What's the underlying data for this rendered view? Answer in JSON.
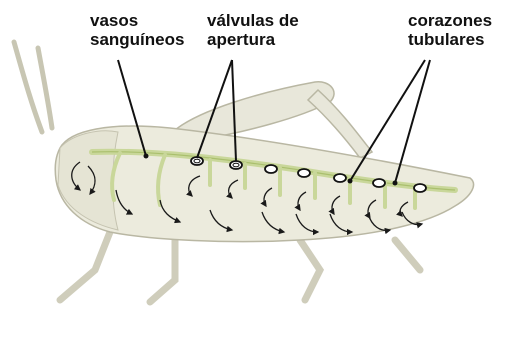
{
  "labels": {
    "blood_vessels": [
      "vasos",
      "sanguíneos"
    ],
    "valves": [
      "válvulas de",
      "apertura"
    ],
    "tubular_hearts": [
      "corazones",
      "tubulares"
    ]
  },
  "colors": {
    "body_fill": "#ecebdd",
    "body_stroke": "#b9b7a3",
    "vessel": "#c9d79a",
    "arrow": "#1a1a1a",
    "leader_line": "#111111"
  }
}
